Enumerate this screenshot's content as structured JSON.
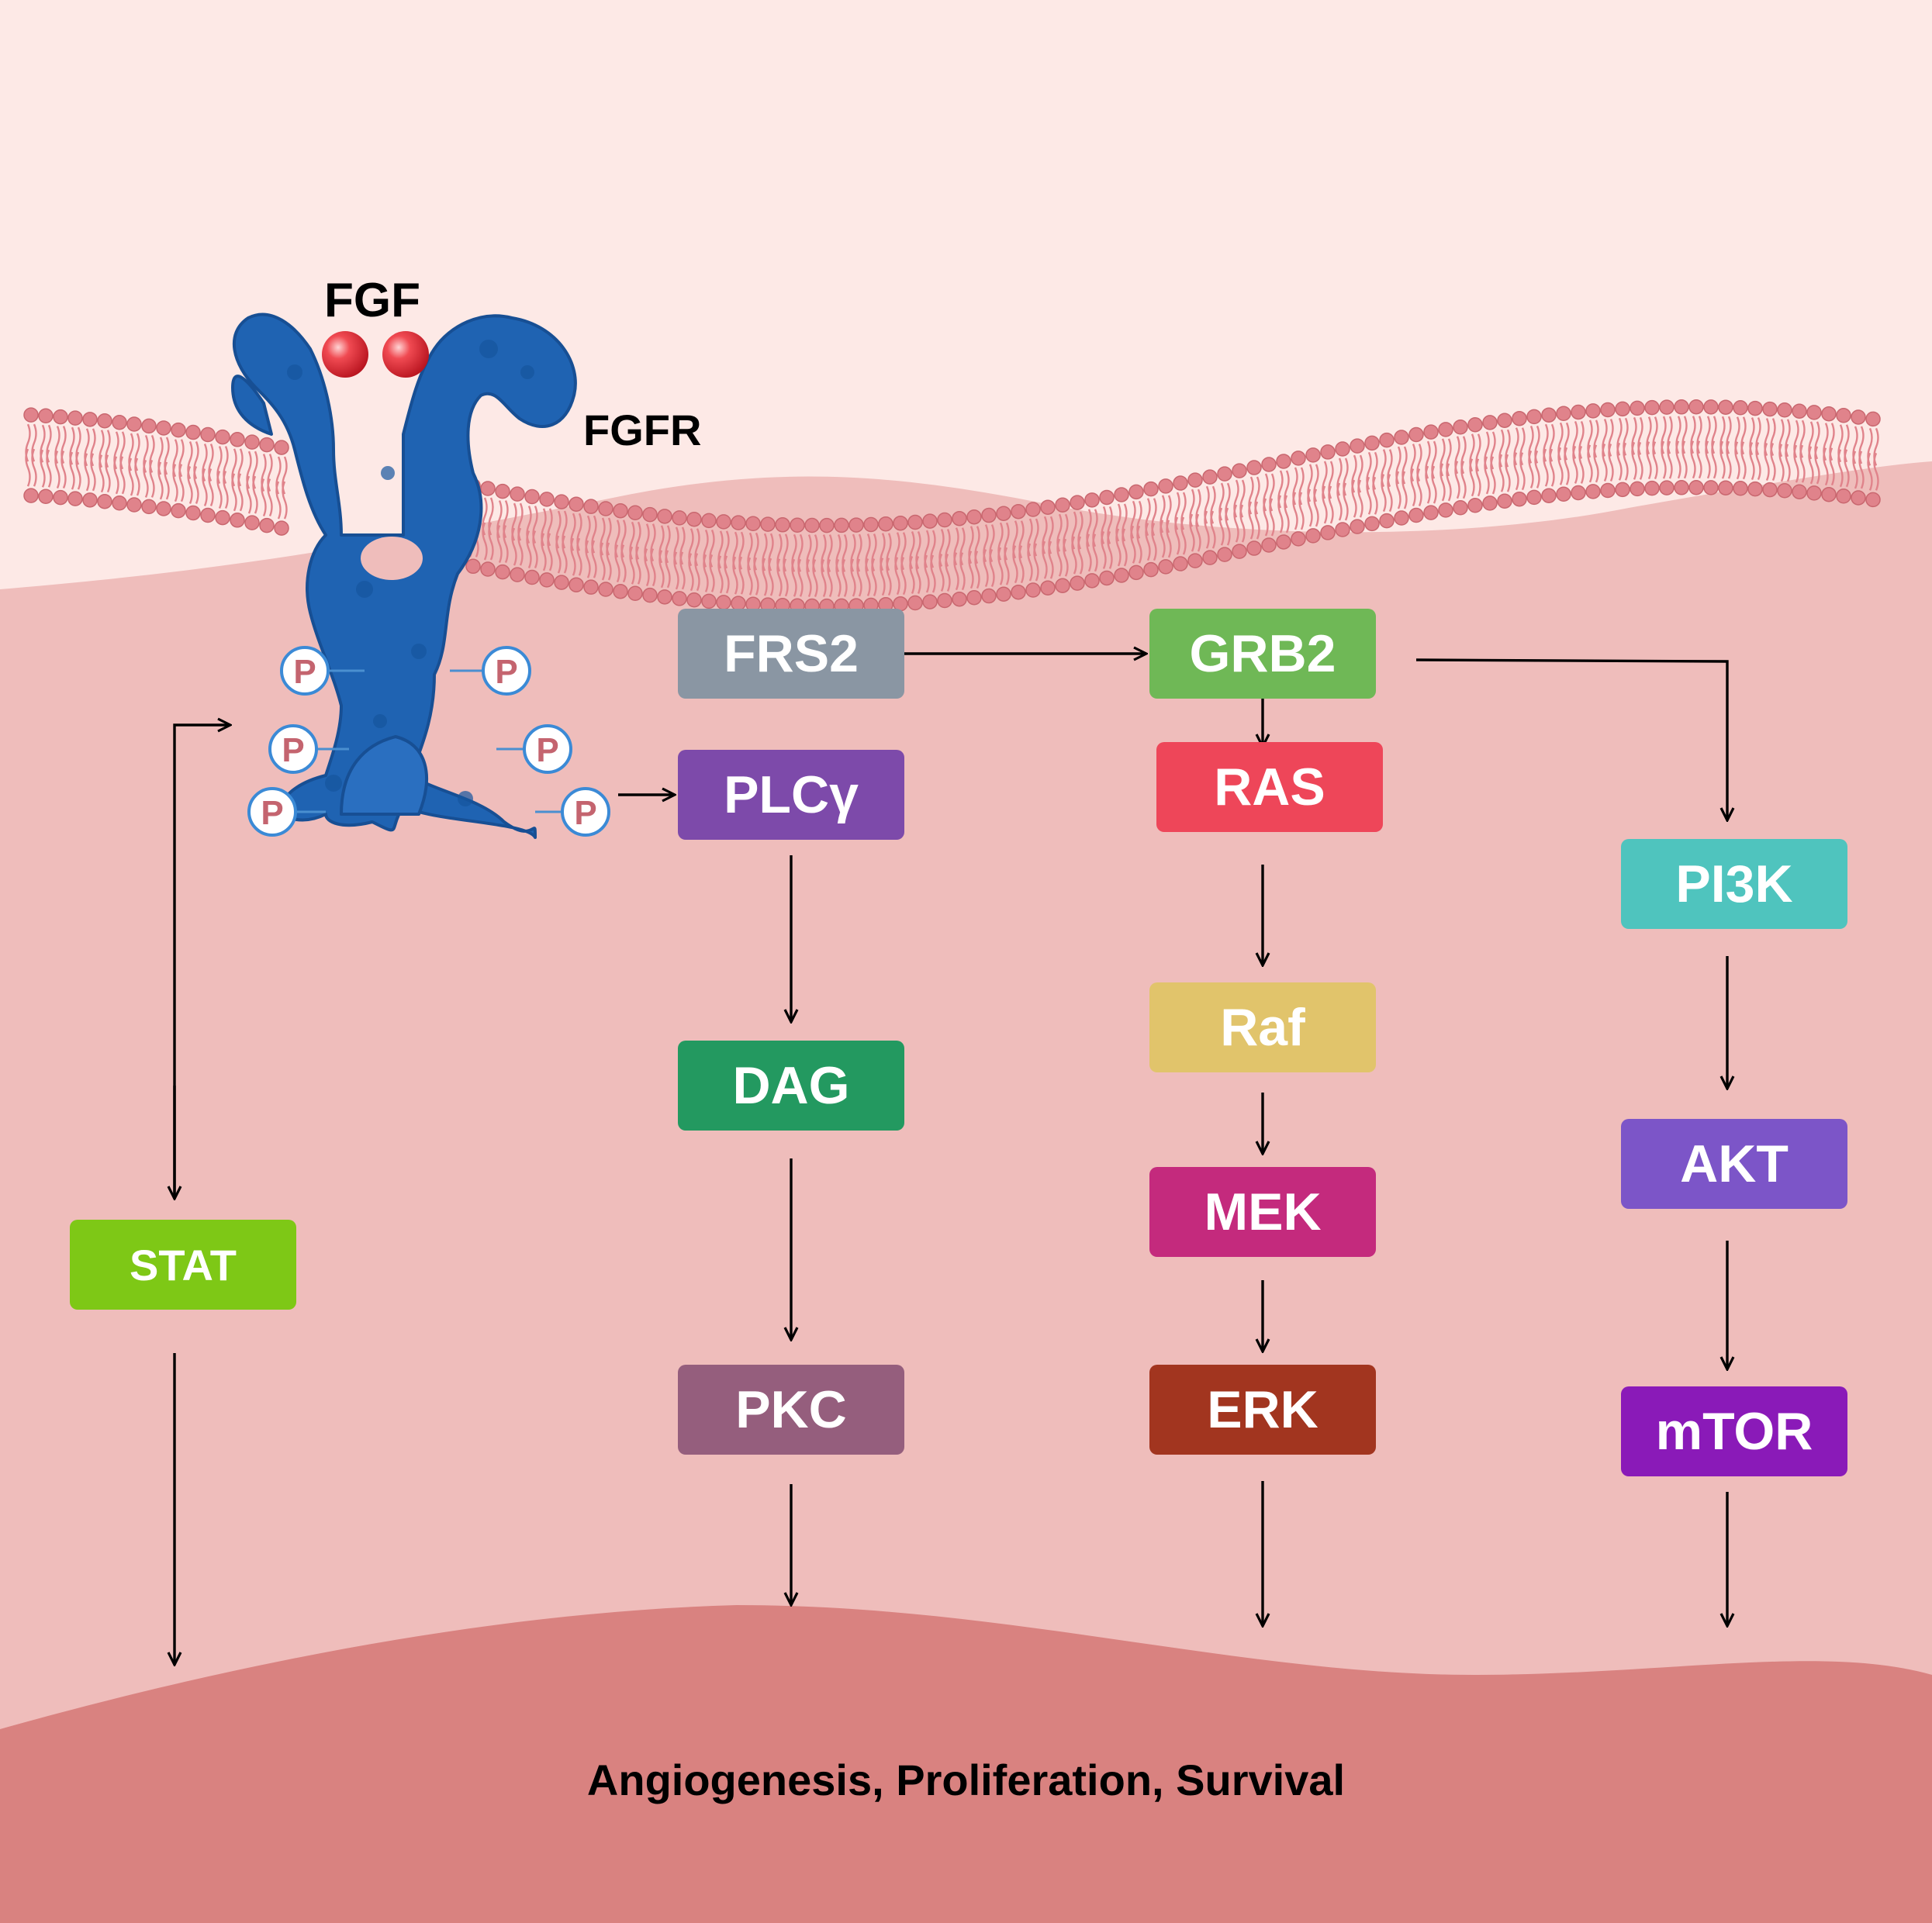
{
  "ligand_label": "FGF",
  "receptor_label": "FGFR",
  "phospho_label": "P",
  "outcome_label": "Angiogenesis, Proliferation, Survival",
  "nodes": {
    "stat": {
      "label": "STAT",
      "color": "#7ec816"
    },
    "frs2": {
      "label": "FRS2",
      "color": "#8a96a3"
    },
    "plcg": {
      "label": "PLCγ",
      "color": "#7d4aaa"
    },
    "dag": {
      "label": "DAG",
      "color": "#239960"
    },
    "pkc": {
      "label": "PKC",
      "color": "#955e7d"
    },
    "grb2": {
      "label": "GRB2",
      "color": "#6fb856"
    },
    "ras": {
      "label": "RAS",
      "color": "#ee4659"
    },
    "raf": {
      "label": "Raf",
      "color": "#e1c46b"
    },
    "mek": {
      "label": "MEK",
      "color": "#c42a7d"
    },
    "erk": {
      "label": "ERK",
      "color": "#a2351f"
    },
    "pi3k": {
      "label": "PI3K",
      "color": "#4fc4be"
    },
    "akt": {
      "label": "AKT",
      "color": "#7c55c8"
    },
    "mtor": {
      "label": "mTOR",
      "color": "#8a1ab8"
    }
  },
  "colors": {
    "extracellular": "#fde9e6",
    "cytoplasm": "#efbdbb",
    "nucleus": "#d98280",
    "lipid_head": "#e0838b",
    "receptor": "#1f63b2",
    "ligand": "#e8303b",
    "arrow": "#000000"
  }
}
